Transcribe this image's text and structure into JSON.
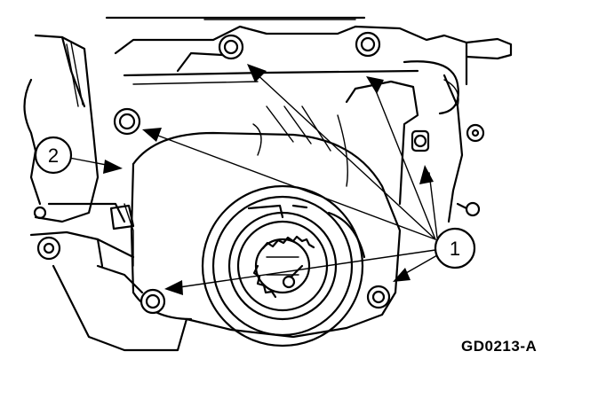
{
  "figure_code": "GD0213-A",
  "callouts": [
    {
      "id": "1",
      "label": "1"
    },
    {
      "id": "2",
      "label": "2"
    }
  ]
}
